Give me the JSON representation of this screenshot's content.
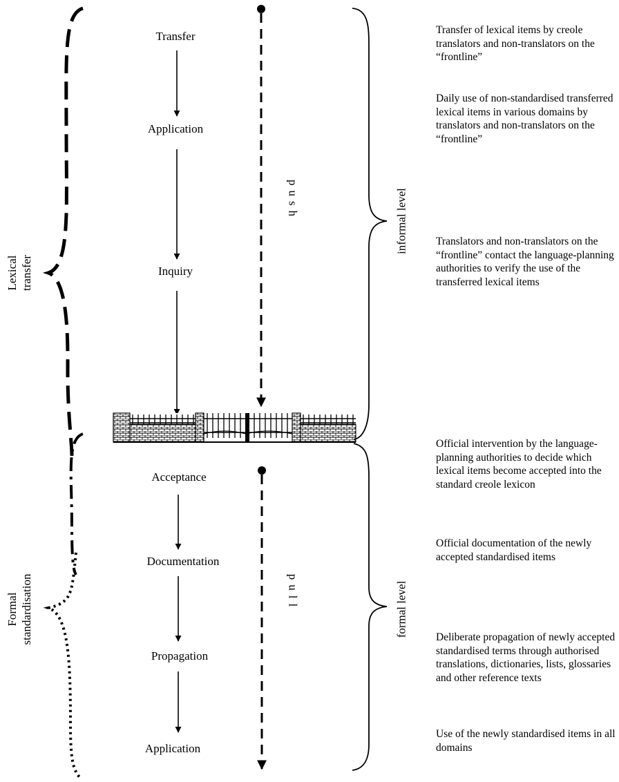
{
  "stages_top": [
    "Transfer",
    "Application",
    "Inquiry"
  ],
  "stages_bottom": [
    "Acceptance",
    "Documentation",
    "Propagation",
    "Application"
  ],
  "left_labels": {
    "lexical_line1": "Lexical",
    "lexical_line2": "transfer",
    "formal_line1": "Formal",
    "formal_line2": "standardisation"
  },
  "flow_labels": {
    "push": "push",
    "pull": "pull"
  },
  "level_labels": {
    "informal": "informal level",
    "formal": "formal level"
  },
  "descriptions": [
    "Transfer of lexical items by creole translators and non-translators on the “frontline”",
    "Daily use of non-standardised transferred lexical items in various domains by translators and non-translators on the “frontline”",
    "Translators and non-translators on the “frontline” contact the language-planning authorities to verify the use of the transferred lexical items",
    "Official intervention by the language-planning authorities to decide which lexical items become accepted into the standard creole lexicon",
    "Official documentation of the newly accepted standardised items",
    "Deliberate propagation of newly accepted standardised terms through authorised translations, dictionaries, lists, glossaries and other reference texts",
    "Use of the newly standardised items in all domains"
  ]
}
